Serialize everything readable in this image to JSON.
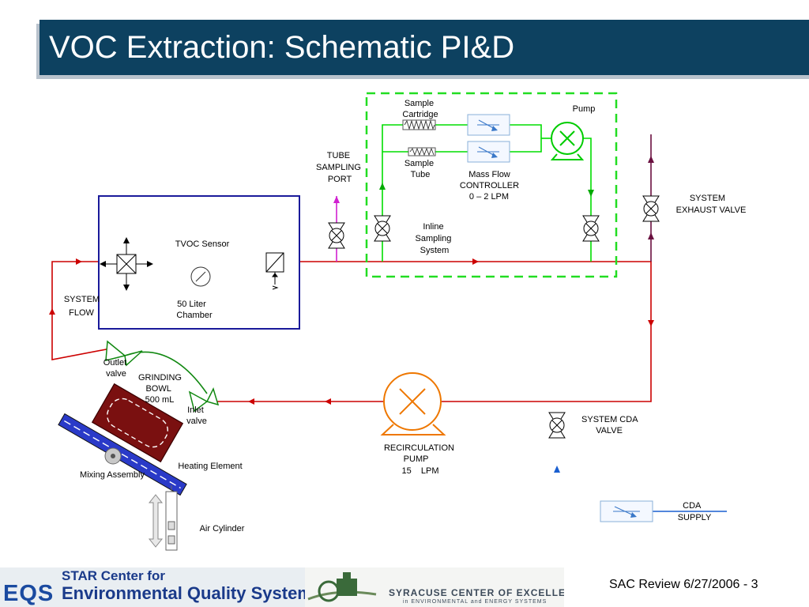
{
  "slide": {
    "title": "VOC Extraction: Schematic PI&D",
    "footer": "SAC Review 6/27/2006 - 3"
  },
  "labels": {
    "sample_cartridge": [
      "Sample",
      "Cartridge"
    ],
    "pump": "Pump",
    "tube_sampling_port": [
      "TUBE",
      "SAMPLING",
      "PORT"
    ],
    "sample_tube": [
      "Sample",
      "Tube"
    ],
    "mass_flow_controller": [
      "Mass Flow",
      "CONTROLLER",
      "0 – 2 LPM"
    ],
    "system_exhaust_valve": [
      "SYSTEM",
      "EXHAUST VALVE"
    ],
    "inline_sampling_system": [
      "Inline",
      "Sampling",
      "System"
    ],
    "tvoc_sensor": "TVOC Sensor",
    "chamber": [
      "50 Liter",
      "Chamber"
    ],
    "system_flow": [
      "SYSTEM",
      "FLOW"
    ],
    "outlet_valve": [
      "Outlet",
      "valve"
    ],
    "grinding_bowl": [
      "GRINDING",
      "BOWL",
      "500 mL"
    ],
    "inlet_valve": [
      "Inlet",
      "valve"
    ],
    "recirculation_pump": [
      "RECIRCULATION",
      "PUMP",
      "15    LPM"
    ],
    "system_cda_valve": [
      "SYSTEM CDA",
      "VALVE"
    ],
    "heating_element": "Heating Element",
    "mixing_assembly": "Mixing Assembly",
    "air_cylinder": "Air Cylinder",
    "cda_supply": [
      "CDA",
      "SUPPLY"
    ]
  },
  "logos": {
    "star_center": "STAR Center for",
    "eqs": "EQS",
    "environmental": "Environmental Quality Systems",
    "syracuse": "SYRACUSE CENTER OF EXCELLENCE",
    "syracuse_sub": "in ENVIRONMENTAL and ENERGY SYSTEMS"
  },
  "colors": {
    "title_bar": "#0d4160",
    "main_flow_line": "#cc0000",
    "sampling_line": "#00dd00",
    "cda_line": "#1a5fd0",
    "exhaust_line": "#6a1040",
    "port_line": "#d020d0"
  }
}
